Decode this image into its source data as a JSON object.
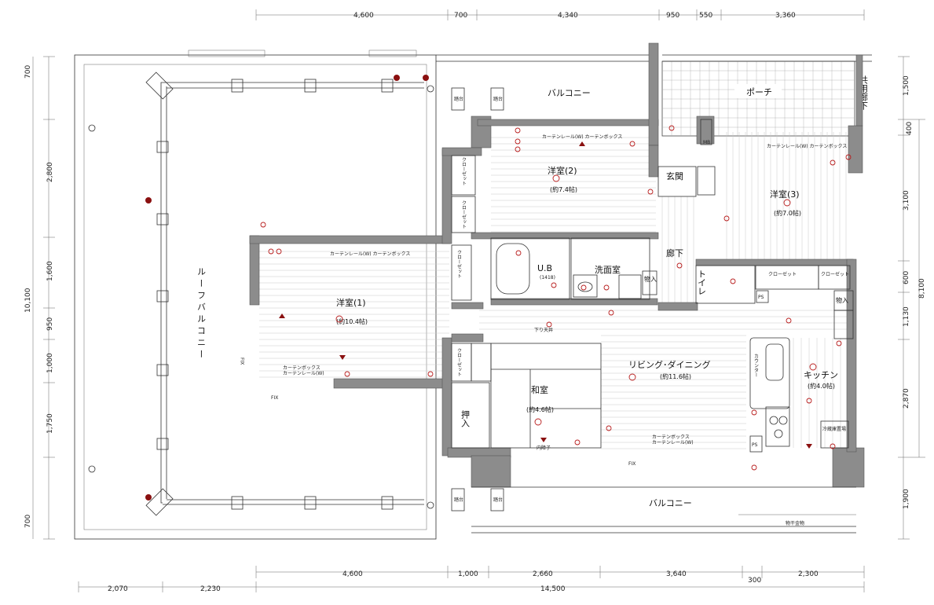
{
  "dimensions": {
    "top": [
      "4,600",
      "700",
      "4,340",
      "950",
      "550",
      "3,360"
    ],
    "bottom_row1": [
      "4,600",
      "1,000",
      "2,660",
      "3,640",
      "2,300"
    ],
    "bottom_row1b": "300",
    "bottom_row2": [
      "2,070",
      "2,230",
      "14,500"
    ],
    "left": [
      "700",
      "2,800",
      "1,600",
      "950",
      "1,000",
      "1,750",
      "700"
    ],
    "left_total": "10,100",
    "right": [
      "1,500",
      "400",
      "3,100",
      "600",
      "1,130",
      "2,870",
      "1,900"
    ],
    "right_total": "8,100"
  },
  "rooms": {
    "roof_balcony": "ルーフバルコニー",
    "balcony_top": "バルコニー",
    "balcony_bottom": "バルコニー",
    "porch": "ポーチ",
    "common_corridor": "共用廊下",
    "western1": {
      "name": "洋室(1)",
      "size": "(約10.4帖)"
    },
    "western2": {
      "name": "洋室(2)",
      "size": "(約7.4帖)"
    },
    "western3": {
      "name": "洋室(3)",
      "size": "(約7.0帖)"
    },
    "japanese": {
      "name": "和室",
      "size": "(約4.6帖)"
    },
    "living": {
      "name": "リビング･ダイニング",
      "size": "(約11.6帖)"
    },
    "kitchen": {
      "name": "キッチン",
      "size": "(約4.0帖)"
    },
    "ub": {
      "name": "U.B",
      "size": "(1418)"
    },
    "washroom": "洗面室",
    "hallway": "廊下",
    "entrance": "玄関",
    "toilet": "トイレ",
    "storage": "物入",
    "storage2": "物入",
    "oshiire": "押入",
    "closet": "クローゼット",
    "closet2": "クローゼット",
    "closet_v": "クローゼット",
    "fridge": "冷蔵庫置場"
  },
  "annotations": {
    "curtain_box": "カーテンボックス",
    "curtain_rail": "カーテンレール(W)",
    "curtain_rail_box": "カーテンレール(W) カーテンボックス",
    "shitagari": "下り天井",
    "fix1": "FIX",
    "fix2": "FIX",
    "fix3": "FIX",
    "mb": "MB",
    "ps": "PS",
    "kitchen_counter": "カウンター",
    "fumidai": "踏台",
    "uchinori": "内障子",
    "laundry": "物干金物"
  },
  "colors": {
    "wall": "#8c8c8c",
    "outlet": "#8a1010",
    "line": "#333333"
  }
}
